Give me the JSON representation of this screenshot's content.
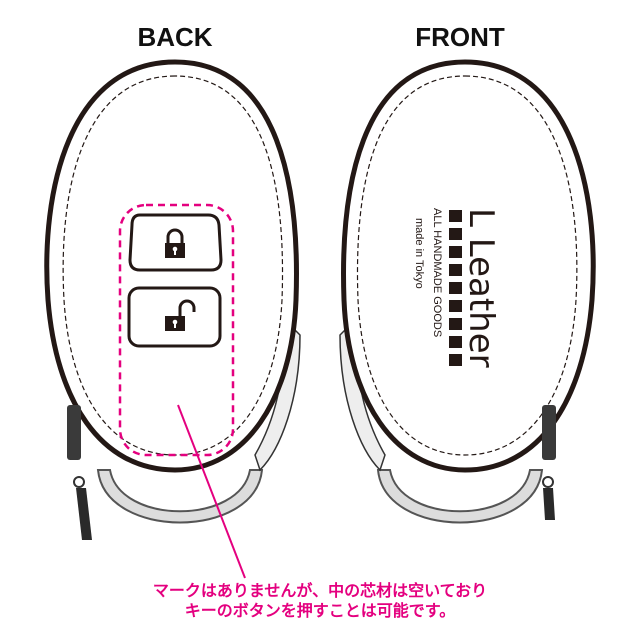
{
  "views": {
    "back_label": "BACK",
    "front_label": "FRONT"
  },
  "logo": {
    "brand": "L Leather",
    "tagline": "ALL HANDMADE GOODS",
    "origin": "made in Tokyo"
  },
  "buttons": [
    {
      "icon": "lock-closed-icon"
    },
    {
      "icon": "lock-open-icon"
    }
  ],
  "note": {
    "line1": "マークはありませんが、中の芯材は空いており",
    "line2": "キーのボタンを押すことは可能です。"
  },
  "colors": {
    "accent": "#e4007f",
    "outline": "#231815",
    "ring": "#c8c8c8"
  }
}
